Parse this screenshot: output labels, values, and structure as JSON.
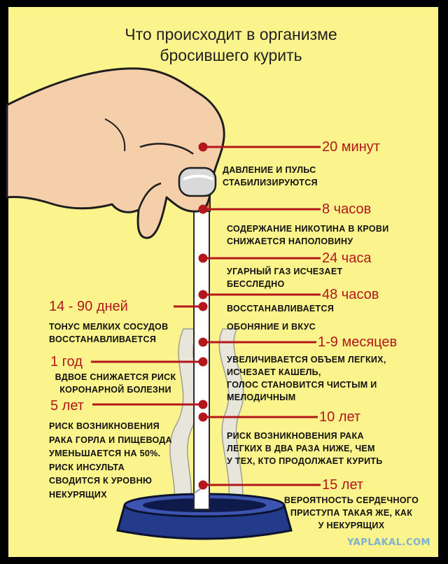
{
  "title": {
    "line1": "Что происходит в организме",
    "line2": "бросившего курить"
  },
  "milestones": [
    {
      "time": "20 минут",
      "text": [
        "Давление и пульс",
        "стабилизируются"
      ]
    },
    {
      "time": "8 часов",
      "text": [
        "Содержание никотина в крови",
        "снижается наполовину"
      ]
    },
    {
      "time": "24 часа",
      "text": [
        "Угарный газ исчезает",
        "бесследно"
      ]
    },
    {
      "time": "48 часов",
      "text": [
        "Восстанавливается",
        "обоняние и вкус"
      ]
    },
    {
      "time": "14 - 90 дней",
      "text": [
        "Тонус мелких сосудов",
        "восстанавливается"
      ]
    },
    {
      "time": "1-9 месяцев",
      "text": [
        "Увеличивается объем легких,",
        "исчезает кашель,",
        "голос становится чистым и",
        "мелодичным"
      ]
    },
    {
      "time": "1 год",
      "text": [
        "Вдвое снижается риск",
        "коронарной болезни"
      ]
    },
    {
      "time": "5 лет",
      "text": [
        "Риск возникновения",
        "рака горла и пищевода",
        "уменьшается на 50%.",
        "Риск инсульта",
        "сводится к уровню",
        "некурящих"
      ]
    },
    {
      "time": "10 лет",
      "text": [
        "Риск возникновения рака",
        "легких в два раза ниже, чем",
        "у тех, кто продолжает курить"
      ]
    },
    {
      "time": "15 лет",
      "text": [
        "Вероятность сердечного",
        "приступа такая же, как",
        "у некурящих"
      ]
    }
  ],
  "watermark": "YAPLAKAL.COM",
  "colors": {
    "background": "#fbf38b",
    "accent": "#b3171b",
    "text": "#111111"
  },
  "icons": [
    "hand-icon",
    "cigarette-icon",
    "ashtray-icon",
    "smoke-icon"
  ]
}
